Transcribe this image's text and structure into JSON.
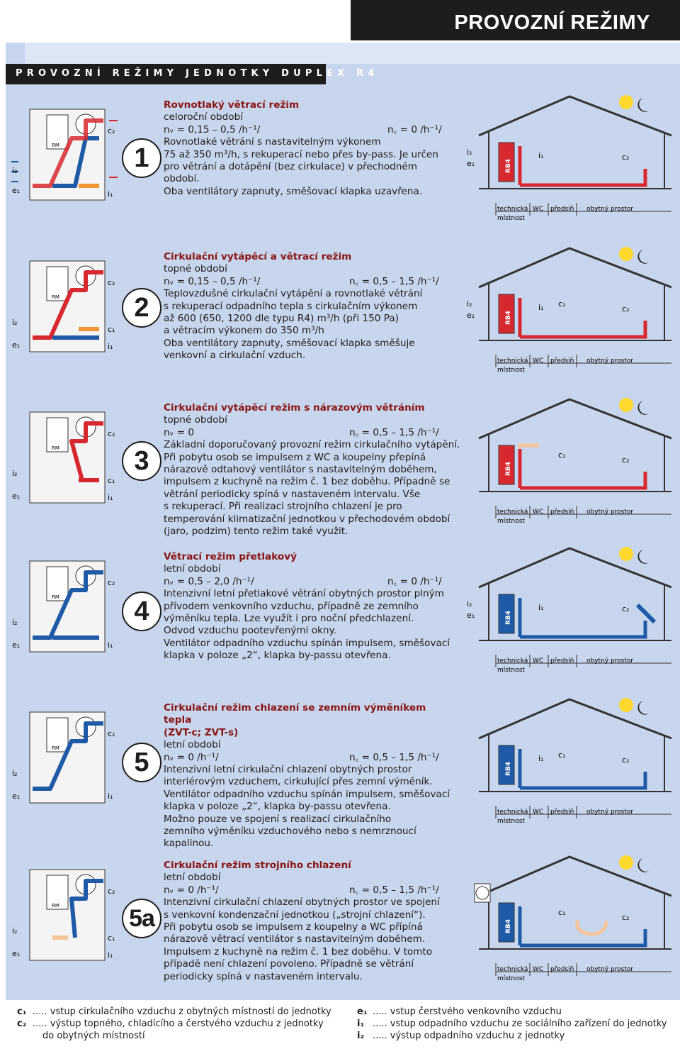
{
  "header": {
    "corner_title": "PROVOZNÍ REŽIMY",
    "subtitle": "PROVOZNÍ REŽIMY JEDNOTKY DUPLEX R4"
  },
  "colors": {
    "hot": "#d7282f",
    "cold": "#1f5aa6",
    "warm": "#f39432",
    "panel": "#c7d6ed"
  },
  "diagram_labels": {
    "rm": "RM",
    "rb4": "RB4",
    "c2": "c₂",
    "c1": "c₁",
    "i2": "i₂",
    "i1": "i₁",
    "e1": "e₁",
    "room1": "technická",
    "room1b": "místnost",
    "room2": "WC",
    "room3": "předsíň",
    "room4": "obytný prostor"
  },
  "modes": [
    {
      "number": "1",
      "title": "Rovnotlaký větrací režim",
      "season": "celoroční období",
      "nv": "nᵥ = 0,15 – 0,5 /h⁻¹/",
      "nc": "n꜀ = 0 /h⁻¹/",
      "lines": [
        "Rovnotlaké větrání s nastavitelným výkonem",
        "75 až 350 m³/h, s rekuperací nebo přes by-pass. Je určen",
        "pro větrání a dotápění (bez cirkulace) v přechodném",
        "období.",
        "Oba ventilátory zapnuty, směšovací klapka uzavřena."
      ]
    },
    {
      "number": "2",
      "title": "Cirkulační vytápěcí a větrací režim",
      "season": "topné období",
      "nv": "nᵥ = 0,15 – 0,5 /h⁻¹/",
      "nc": "n꜀ = 0,5 – 1,5 /h⁻¹/",
      "lines": [
        "Teplovzdušné cirkulační vytápění a rovnotlaké větrání",
        "s rekuperací odpadního tepla s cirkulačním výkonem",
        "až 600 (650, 1200 dle typu R4) m³/h (při 150 Pa)",
        "a větracím výkonem do 350 m³/h",
        "Oba ventilátory zapnuty, směšovací klapka směšuje",
        "venkovní a cirkulační vzduch."
      ]
    },
    {
      "number": "3",
      "title": "Cirkulační vytápěcí režim s nárazovým větráním",
      "season": "topné období",
      "nv": "nᵥ = 0",
      "nc": "n꜀ = 0,5 – 1,5 /h⁻¹/",
      "lines": [
        "Základní doporučovaný provozní režim cirkulačního vytápění.",
        "Při pobytu osob se impulsem z WC a koupelny přepíná",
        "nárazově odtahový ventilátor s nastavitelným doběhem,",
        "impulsem z kuchyně na režim č. 1 bez doběhu. Případně se",
        "větrání periodicky spíná v nastaveném intervalu. Vše",
        "s rekuperací. Při realizaci strojního chlazení je pro",
        "temperování klimatizační jednotkou v přechodovém období",
        "(jaro, podzim) tento režim také využit."
      ]
    },
    {
      "number": "4",
      "title": "Větrací režim přetlakový",
      "season": "letní období",
      "nv": "nᵥ = 0,5 – 2,0 /h⁻¹/",
      "nc": "n꜀ = 0 /h⁻¹/",
      "lines": [
        "Intenzivní letní přetlakové větrání obytných prostor plným",
        "přívodem venkovního vzduchu, případně ze zemního",
        "výměníku tepla. Lze využít i pro noční předchlazení.",
        "Odvod vzduchu pootevřenými okny.",
        "Ventilátor odpadního vzduchu spínán impulsem, směšovací",
        "klapka v poloze „2“, klapka by-passu otevřena."
      ]
    },
    {
      "number": "5",
      "title": "Cirkulační režim chlazení se zemním výměníkem tepla",
      "title2": "(ZVT-c; ZVT-s)",
      "season": "letní období",
      "nv": "nᵥ = 0 /h⁻¹/",
      "nc": "n꜀ = 0,5 – 1,5 /h⁻¹/",
      "lines": [
        "Intenzivní letní cirkulační chlazení obytných prostor",
        "interiérovým vzduchem, cirkulující přes zemní výměník.",
        "Ventilátor odpadního vzduchu spínán impulsem, směšovací",
        "klapka v poloze „2“, klapka by-passu otevřena.",
        "Možno pouze ve spojení s realizací cirkulačního",
        "zemního výměníku vzduchového nebo s nemrznoucí",
        "kapalinou."
      ]
    },
    {
      "number": "5a",
      "title": "Cirkulační režim strojního chlazení",
      "season": "letní období",
      "nv": "nᵥ = 0 /h⁻¹/",
      "nc": "n꜀ = 0,5 – 1,5 /h⁻¹/",
      "lines": [
        "Intenzivní cirkulační chlazení obytných prostor ve spojení",
        "s venkovní kondenzační jednotkou („strojní chlazení“).",
        "Při pobytu osob se impulsem z koupelny a WC přípíná",
        "nárazově větrací ventilátor s nastavitelným doběhem.",
        "Impulsem z kuchyně na režim č. 1 bez doběhu. V tomto",
        "případě není chlazení povoleno. Případně se větrání",
        "periodicky spíná v nastaveném intervalu."
      ]
    }
  ],
  "legend": {
    "left": [
      {
        "key": "c₁",
        "text": "..... vstup cirkulačního vzduchu z obytných místností do jednotky"
      },
      {
        "key": "c₂",
        "text": "..... výstup topného, chladícího a čerstvého vzduchu z jednotky"
      },
      {
        "key": "",
        "text": "do obytných místností"
      }
    ],
    "right": [
      {
        "key": "e₁",
        "text": "..... vstup čerstvého venkovního vzduchu"
      },
      {
        "key": "i₁",
        "text": "..... vstup odpadního vzduchu ze sociálního zařízení do jednotky"
      },
      {
        "key": "i₂",
        "text": "..... výstup odpadního vzduchu z jednotky"
      }
    ]
  }
}
